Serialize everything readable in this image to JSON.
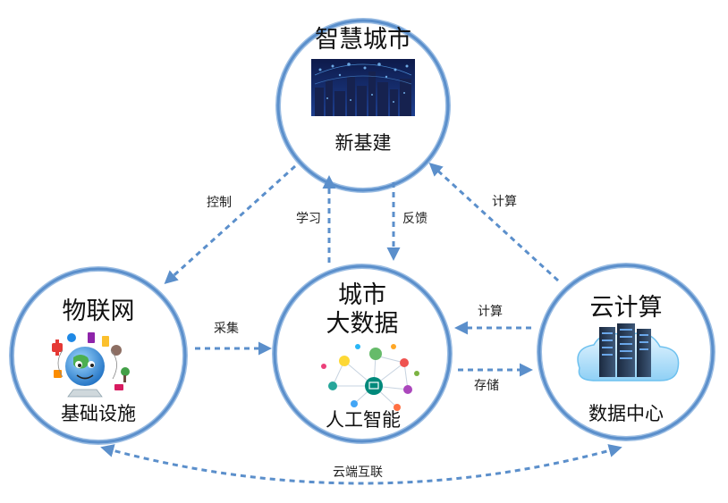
{
  "nodes": {
    "smart_city": {
      "title": "智慧城市",
      "subtitle": "新基建"
    },
    "iot": {
      "title": "物联网",
      "subtitle": "基础设施"
    },
    "big_data": {
      "title_line1": "城市",
      "title_line2": "大数据",
      "subtitle": "人工智能"
    },
    "cloud": {
      "title": "云计算",
      "subtitle": "数据中心"
    }
  },
  "edges": {
    "control": "控制",
    "learn": "学习",
    "feedback": "反馈",
    "compute_top": "计算",
    "collect": "采集",
    "compute_mid": "计算",
    "store": "存储",
    "cloud_edge": "云端互联"
  },
  "colors": {
    "ring": "#5b8fcb",
    "arrow": "#5b8fcb",
    "ring_shadow": "#9bbde3"
  }
}
